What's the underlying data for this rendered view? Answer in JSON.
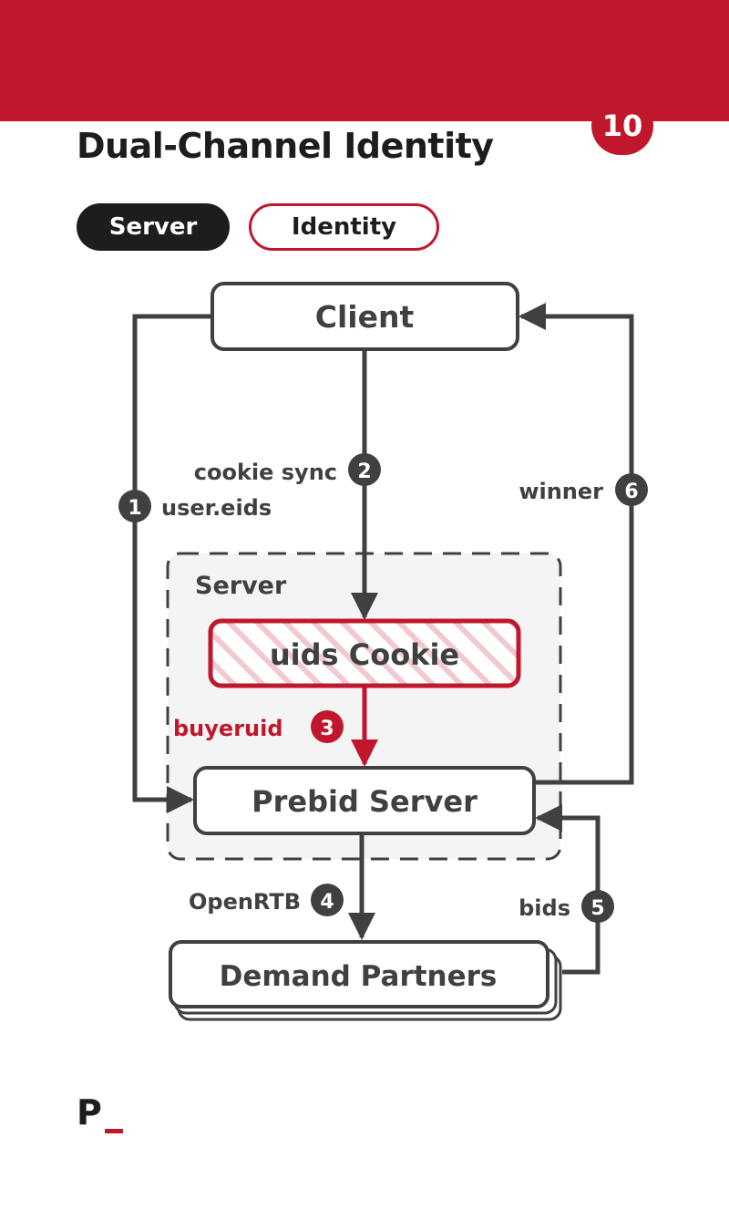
{
  "header": {
    "page_number": "10",
    "title": "Dual-Channel Identity",
    "tags": [
      "Server",
      "Identity"
    ]
  },
  "diagram": {
    "nodes": {
      "client": "Client",
      "server_group": "Server",
      "uids_cookie": "uids Cookie",
      "prebid_server": "Prebid Server",
      "demand_partners": "Demand Partners"
    },
    "edges": [
      {
        "step": "1",
        "label": "user.eids"
      },
      {
        "step": "2",
        "label": "cookie sync"
      },
      {
        "step": "3",
        "label": "buyeruid"
      },
      {
        "step": "4",
        "label": "OpenRTB"
      },
      {
        "step": "5",
        "label": "bids"
      },
      {
        "step": "6",
        "label": "winner"
      }
    ]
  },
  "footer": {
    "logo": "P"
  },
  "colors": {
    "brand_red": "#c1172c",
    "ink": "#1d1d1d",
    "line": "#404040",
    "server_fill": "#f4f4f4"
  }
}
